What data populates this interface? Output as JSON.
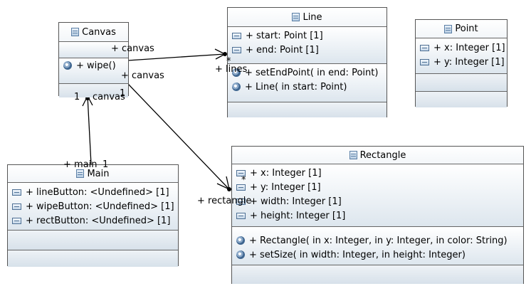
{
  "classes": {
    "canvas": {
      "name": "Canvas",
      "operations": [
        "+ wipe()"
      ]
    },
    "line": {
      "name": "Line",
      "attributes": [
        "+ start: Point [1]",
        "+ end: Point [1]"
      ],
      "operations": [
        "+ setEndPoint(  in end: Point)",
        "+ Line(  in start: Point)"
      ]
    },
    "point": {
      "name": "Point",
      "attributes": [
        "+ x: Integer [1]",
        "+ y: Integer [1]"
      ]
    },
    "main": {
      "name": "Main",
      "attributes": [
        "+ lineButton: <Undefined> [1]",
        "+ wipeButton: <Undefined> [1]",
        "+ rectButton: <Undefined> [1]"
      ]
    },
    "rectangle": {
      "name": "Rectangle",
      "attributes": [
        "+ x: Integer [1]",
        "+ y: Integer [1]",
        "+ width: Integer [1]",
        "+ height: Integer [1]"
      ],
      "operations": [
        "+ Rectangle(  in x: Integer,   in y: Integer,   in color: String)",
        "+ setSize(  in width: Integer,   in height: Integer)"
      ]
    }
  },
  "edge_labels": {
    "canvas_line_role": "+ canvas",
    "canvas_line_mult": "*",
    "line_role": "+ lines",
    "canvas_rect_role": "+ canvas",
    "canvas_rect_mult": "1",
    "rect_role": "+ rectangle",
    "rect_mult": "*",
    "canvas_main_mult": "1",
    "canvas_main_role": "canvas",
    "main_role": "+ main",
    "main_mult": "1"
  }
}
